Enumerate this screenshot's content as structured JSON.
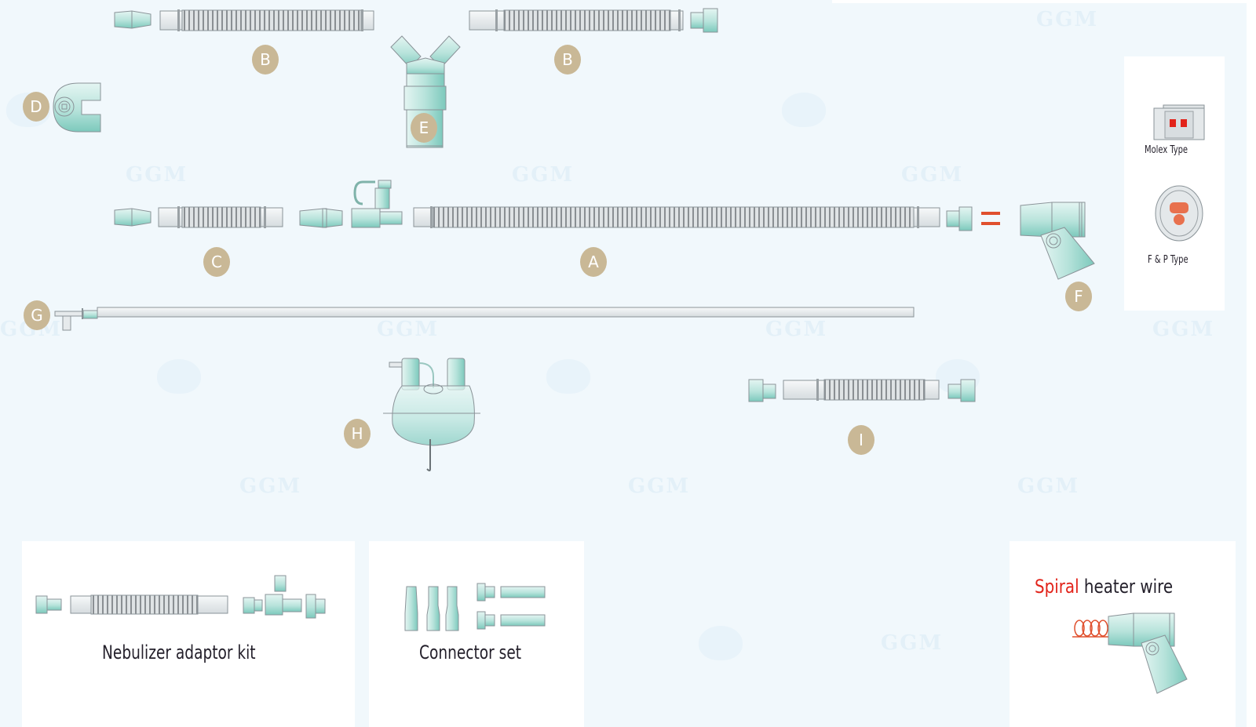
{
  "diagram": {
    "callouts": [
      {
        "id": "A",
        "label": "A",
        "part": "main-corrugated-tube"
      },
      {
        "id": "B1",
        "label": "B",
        "part": "upper-left-corrugated-tube"
      },
      {
        "id": "B2",
        "label": "B",
        "part": "upper-right-corrugated-tube"
      },
      {
        "id": "C",
        "label": "C",
        "part": "short-corrugated-tube"
      },
      {
        "id": "D",
        "label": "D",
        "part": "u-adapter"
      },
      {
        "id": "E",
        "label": "E",
        "part": "y-piece"
      },
      {
        "id": "F",
        "label": "F",
        "part": "heated-chamber-elbow"
      },
      {
        "id": "G",
        "label": "G",
        "part": "sampling-line"
      },
      {
        "id": "H",
        "label": "H",
        "part": "nebulizer-mask"
      },
      {
        "id": "I",
        "label": "I",
        "part": "extension-tube"
      }
    ],
    "watermark_text": "GGM",
    "connector_types": {
      "molex": "Molex Type",
      "fp": "F & P Type"
    },
    "panels": {
      "nebulizer_kit": "Nebulizer adaptor kit",
      "connector_set": "Connector set",
      "spiral_highlight": "Spiral",
      "spiral_rest": " heater wire"
    },
    "colors": {
      "background": "#f1f8fc",
      "teal": "#8fd1c6",
      "tube": "#e6eaec",
      "badge": "#c9b896",
      "wire": "#e0502e",
      "spiral_red": "#e2231a"
    }
  }
}
